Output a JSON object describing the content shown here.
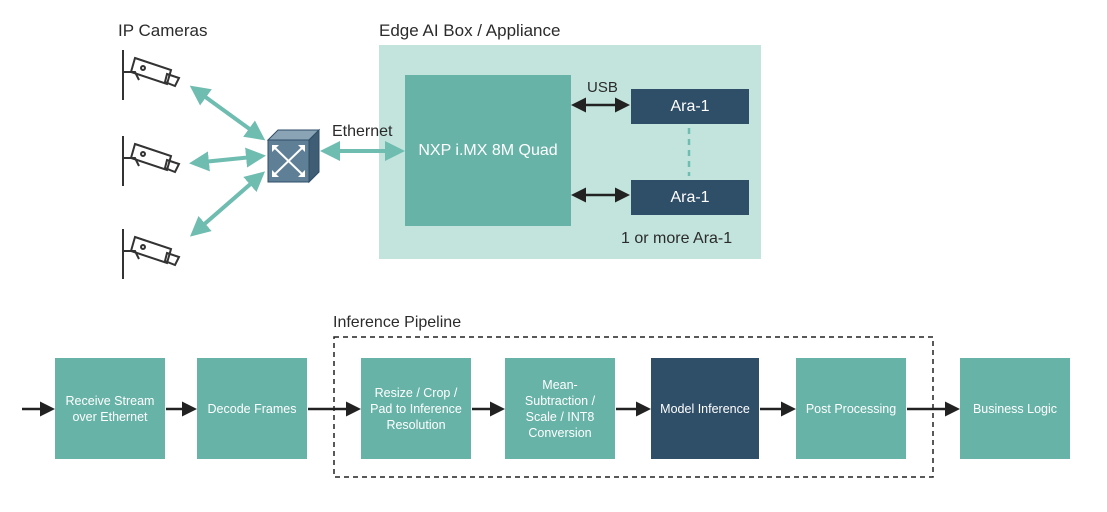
{
  "top": {
    "ip_cameras_label": "IP Cameras",
    "edge_box_title": "Edge AI Box / Appliance",
    "ethernet_label": "Ethernet",
    "usb_label": "USB",
    "nxp_label": "NXP i.MX 8M Quad",
    "ara_top_label": "Ara-1",
    "ara_bottom_label": "Ara-1",
    "ara_count_label": "1 or more Ara-1"
  },
  "pipeline": {
    "title": "Inference Pipeline",
    "blocks": [
      {
        "label": "Receive Stream over Ethernet"
      },
      {
        "label": "Decode Frames"
      },
      {
        "label": "Resize / Crop / Pad to Inference Resolution"
      },
      {
        "label": "Mean-Subtraction / Scale / INT8 Conversion"
      },
      {
        "label": "Model Inference"
      },
      {
        "label": "Post Processing"
      },
      {
        "label": "Business Logic"
      }
    ]
  },
  "colors": {
    "teal": "#67b3a7",
    "navy": "#2f4e68",
    "edge_bg": "#c2e4dc",
    "arrow_teal": "#6fbcb1",
    "arrow_dark": "#222222",
    "switch": "#5f7f96"
  },
  "icons": {
    "camera": "security-camera-icon",
    "switch": "network-switch-icon"
  }
}
